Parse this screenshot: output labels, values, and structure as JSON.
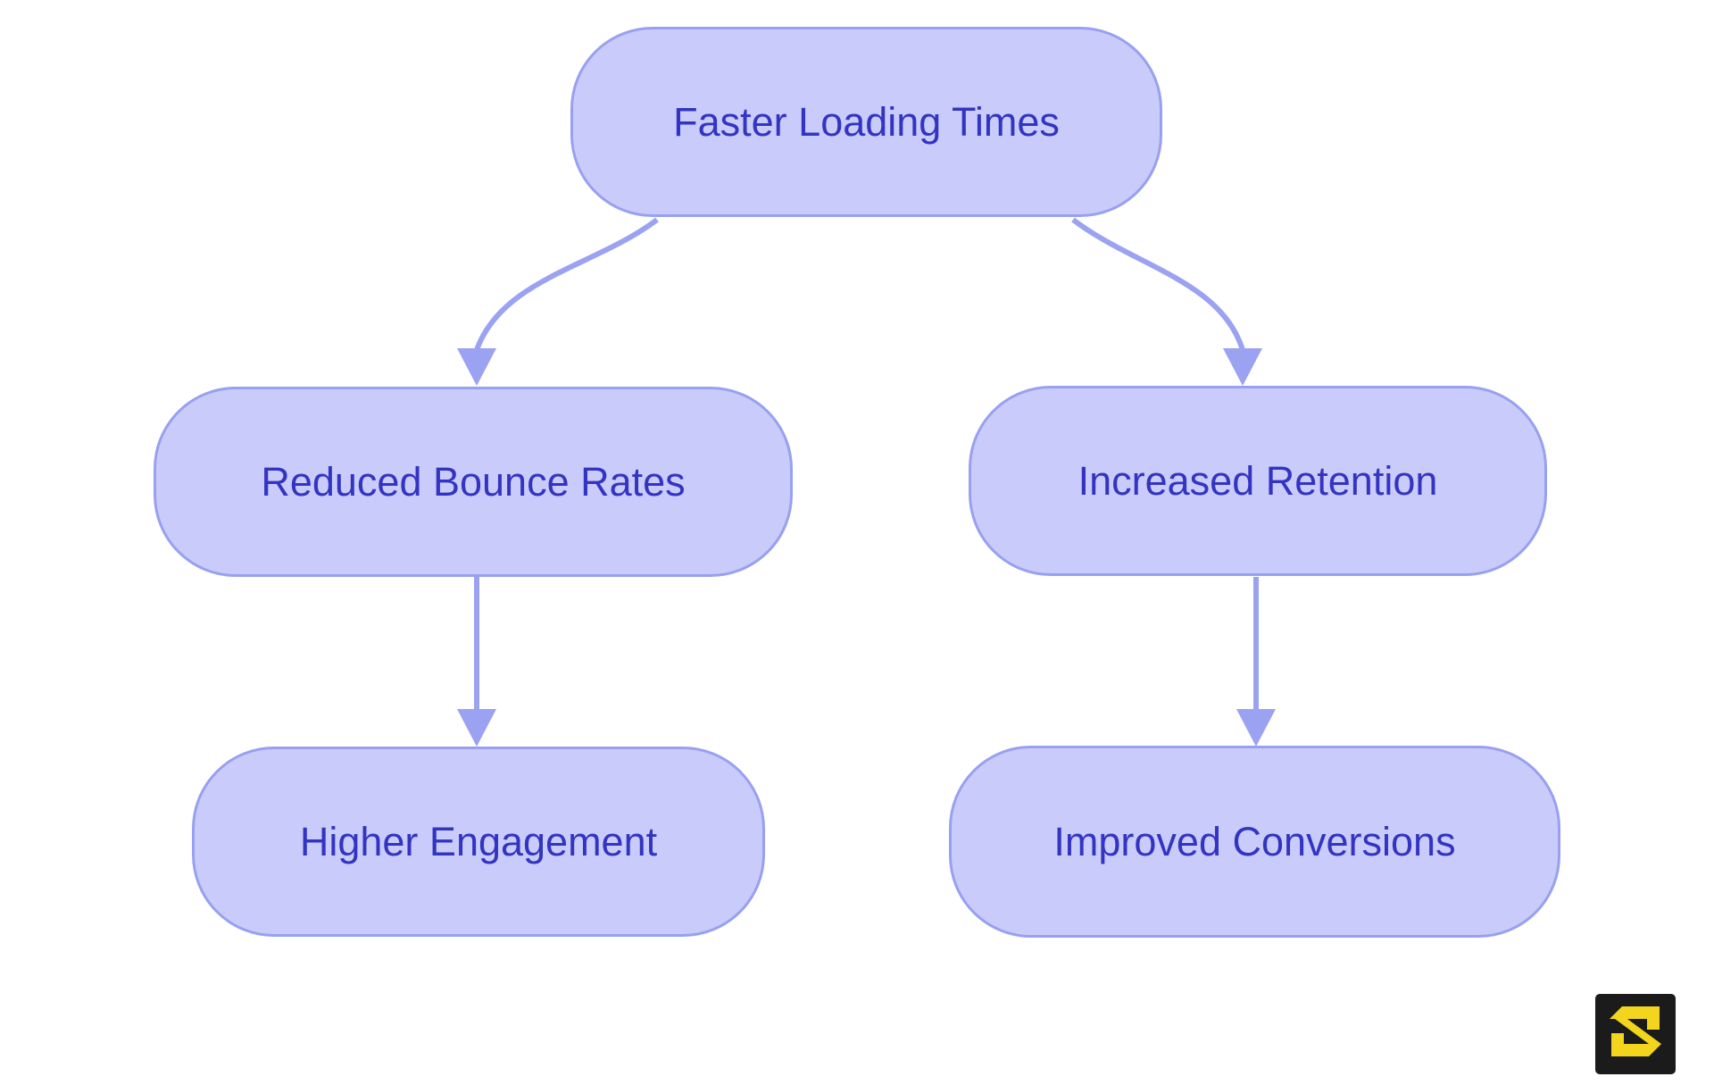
{
  "diagram": {
    "type": "flowchart",
    "direction": "top-down",
    "title": "",
    "nodes": [
      {
        "id": "faster-loading-times",
        "label": "Faster Loading Times"
      },
      {
        "id": "reduced-bounce-rates",
        "label": "Reduced Bounce Rates"
      },
      {
        "id": "increased-retention",
        "label": "Increased Retention"
      },
      {
        "id": "higher-engagement",
        "label": "Higher Engagement"
      },
      {
        "id": "improved-conversions",
        "label": "Improved Conversions"
      }
    ],
    "edges": [
      {
        "from": "faster-loading-times",
        "to": "reduced-bounce-rates",
        "style": "curved-arrow"
      },
      {
        "from": "faster-loading-times",
        "to": "increased-retention",
        "style": "curved-arrow"
      },
      {
        "from": "reduced-bounce-rates",
        "to": "higher-engagement",
        "style": "straight-arrow"
      },
      {
        "from": "increased-retention",
        "to": "improved-conversions",
        "style": "straight-arrow"
      }
    ],
    "colors": {
      "background": "#ffffff",
      "node_fill": "#c9ccfa",
      "node_border": "#98a0f0",
      "node_text": "#3434c2",
      "edge": "#9ba2f2"
    }
  },
  "logo": {
    "glyph": "S",
    "icon": "s-logo-badge",
    "background": "#1b1b1b",
    "glyph_color": "#f2d51c"
  }
}
